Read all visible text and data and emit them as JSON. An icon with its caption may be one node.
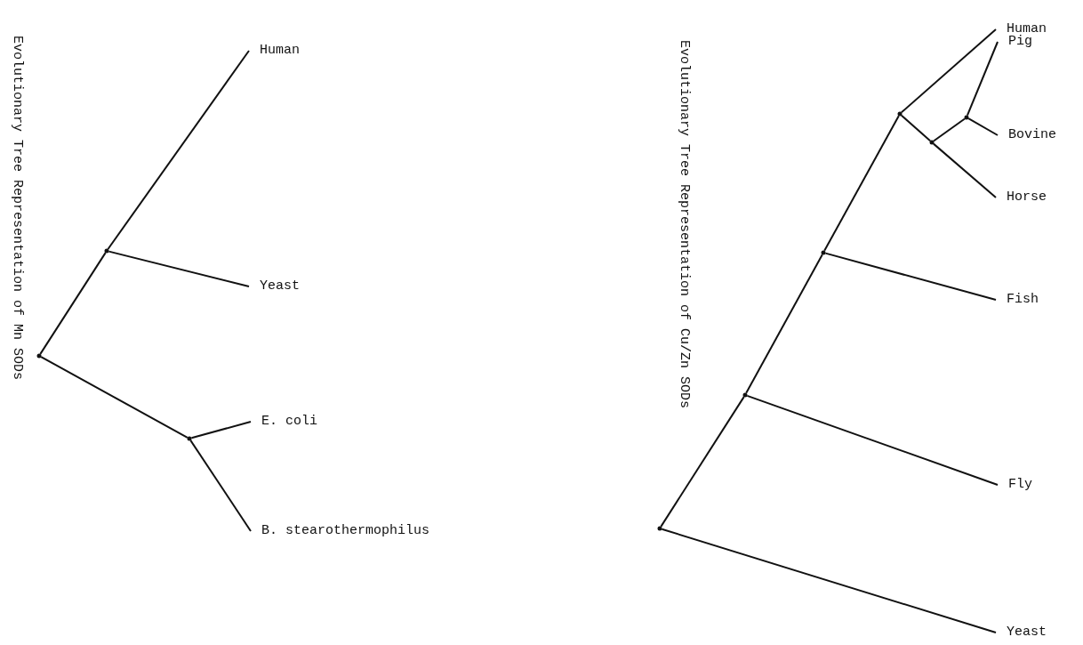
{
  "diagram": {
    "nodes": [
      {
        "text": [
          "Human"
        ]
      },
      {
        "text": [
          "Yeast"
        ]
      },
      {
        "text": [
          "E. coli"
        ]
      },
      {
        "text": [
          "B. stearothermophilus"
        ]
      },
      {
        "text": [],
        "shape": "dot"
      },
      {
        "text": [],
        "shape": "dot"
      },
      {
        "text": [],
        "shape": "dot"
      },
      {
        "text": [
          "Human"
        ]
      },
      {
        "text": [
          "Pig"
        ]
      },
      {
        "text": [
          "Bovine"
        ]
      },
      {
        "text": [
          "Horse"
        ]
      },
      {
        "text": [
          "Fish"
        ]
      },
      {
        "text": [
          "Fly"
        ]
      },
      {
        "text": [
          "Yeast"
        ]
      },
      {
        "text": [],
        "shape": "dot"
      },
      {
        "text": [],
        "shape": "dot"
      },
      {
        "text": [],
        "shape": "dot"
      },
      {
        "text": [],
        "shape": "dot"
      },
      {
        "text": [],
        "shape": "dot"
      },
      {
        "text": [],
        "shape": "dot"
      }
    ],
    "edges": [
      {
        "from": 4,
        "to": 5,
        "arrow": "none"
      },
      {
        "from": 4,
        "to": 6,
        "arrow": "none"
      },
      {
        "from": 5,
        "to": 0,
        "arrow": "none"
      },
      {
        "from": 5,
        "to": 1,
        "arrow": "none"
      },
      {
        "from": 6,
        "to": 2,
        "arrow": "none"
      },
      {
        "from": 6,
        "to": 3,
        "arrow": "none"
      },
      {
        "from": 14,
        "to": 15,
        "arrow": "none"
      },
      {
        "from": 14,
        "to": 13,
        "arrow": "none"
      },
      {
        "from": 15,
        "to": 12,
        "arrow": "none"
      },
      {
        "from": 15,
        "to": 16,
        "arrow": "none"
      },
      {
        "from": 16,
        "to": 11,
        "arrow": "none"
      },
      {
        "from": 16,
        "to": 17,
        "arrow": "none"
      },
      {
        "from": 17,
        "to": 7,
        "arrow": "none"
      },
      {
        "from": 17,
        "to": 18,
        "arrow": "none"
      },
      {
        "from": 18,
        "to": 10,
        "arrow": "none"
      },
      {
        "from": 18,
        "to": 19,
        "arrow": "none"
      },
      {
        "from": 19,
        "to": 8,
        "arrow": "none"
      },
      {
        "from": 19,
        "to": 9,
        "arrow": "none"
      }
    ],
    "labels": [
      "Evolutionary Tree Representation of Mn SODs",
      "Evolutionary Tree Representation of Cu/Zn SODs"
    ]
  }
}
